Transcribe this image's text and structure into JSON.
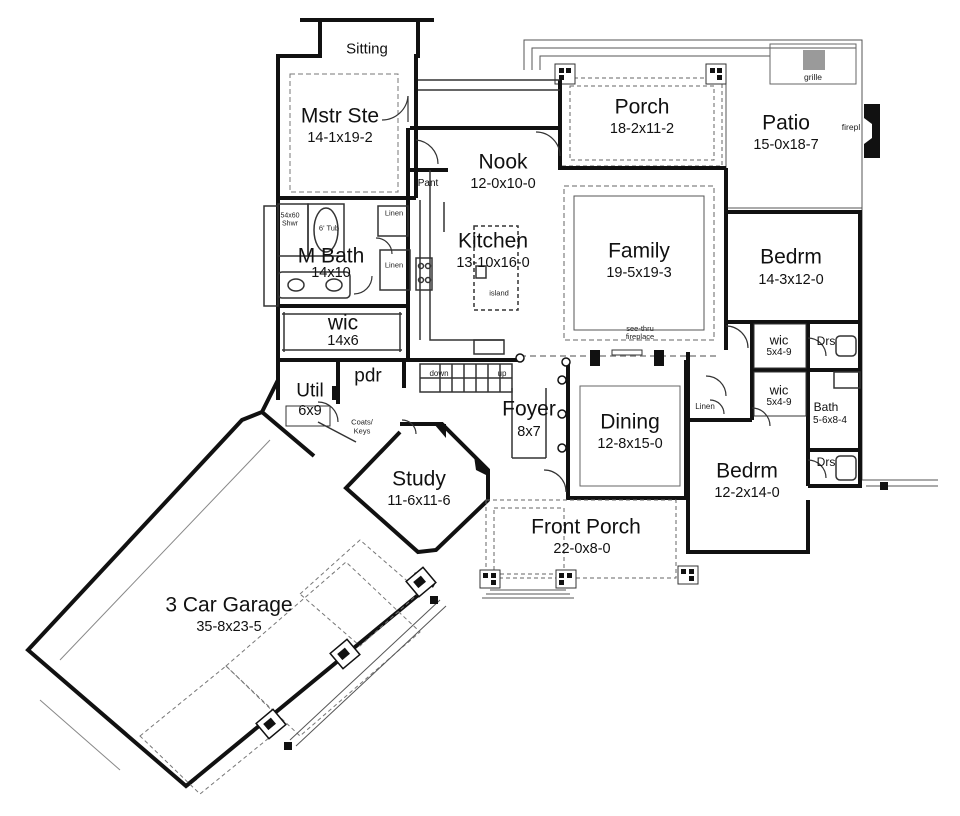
{
  "rooms": {
    "sitting": {
      "name": "Sitting"
    },
    "mstr_ste": {
      "name": "Mstr Ste",
      "dim": "14-1x19-2"
    },
    "porch": {
      "name": "Porch",
      "dim": "18-2x11-2"
    },
    "patio": {
      "name": "Patio",
      "dim": "15-0x18-7"
    },
    "nook": {
      "name": "Nook",
      "dim": "12-0x10-0"
    },
    "kitchen": {
      "name": "Kitchen",
      "dim": "13-10x16-0"
    },
    "family": {
      "name": "Family",
      "dim": "19-5x19-3"
    },
    "bedrm_1": {
      "name": "Bedrm",
      "dim": "14-3x12-0"
    },
    "m_bath": {
      "name": "M Bath",
      "dim": "14x10"
    },
    "wic_1": {
      "name": "wic",
      "dim": "14x6"
    },
    "wic_2": {
      "name": "wic",
      "dim": "5x4-9"
    },
    "wic_3": {
      "name": "wic",
      "dim": "5x4-9"
    },
    "util": {
      "name": "Util",
      "dim": "6x9"
    },
    "pdr": {
      "name": "pdr"
    },
    "foyer": {
      "name": "Foyer",
      "dim": "8x7"
    },
    "dining": {
      "name": "Dining",
      "dim": "12-8x15-0"
    },
    "bath": {
      "name": "Bath",
      "dim": "5-6x8-4"
    },
    "study": {
      "name": "Study",
      "dim": "11-6x11-6"
    },
    "bedrm_2": {
      "name": "Bedrm",
      "dim": "12-2x14-0"
    },
    "front_porch": {
      "name": "Front Porch",
      "dim": "22-0x8-0"
    },
    "garage": {
      "name": "3 Car Garage",
      "dim": "35-8x23-5"
    }
  },
  "notes": {
    "grille": "grille",
    "firepl": "firepl",
    "pant": "Pant",
    "linen_1": "Linen",
    "linen_2": "Linen",
    "linen_3": "Linen",
    "shwr": "54x60 Shwr",
    "tub": "6' Tub",
    "island": "island",
    "fireplace": "see-thru fireplace",
    "drs_1": "Drs",
    "drs_2": "Drs",
    "down": "down",
    "up": "up",
    "coats_keys": "Coats/ Keys"
  }
}
